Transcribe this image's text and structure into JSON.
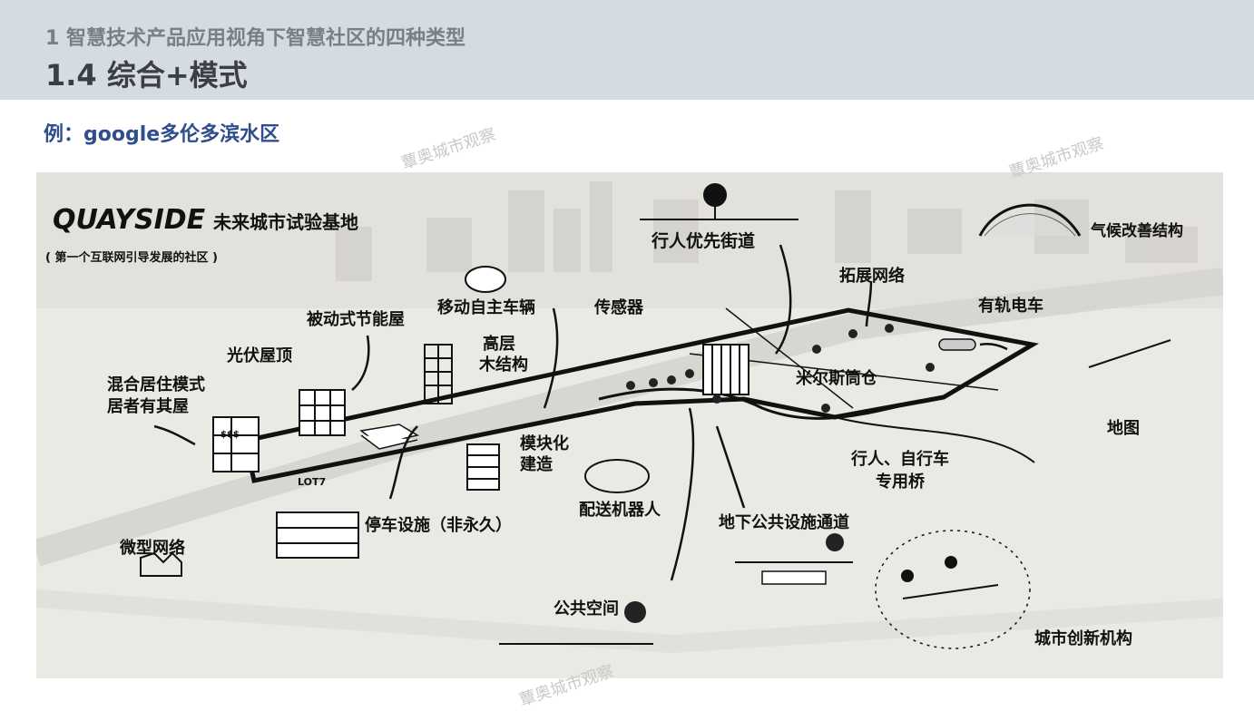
{
  "header": {
    "subtitle": "1 智慧技术产品应用视角下智慧社区的四种类型",
    "title": "1.4 综合+模式"
  },
  "example": "例：google多伦多滨水区",
  "watermark": "蕈奥城市观察",
  "illustration": {
    "title_en": "QUAYSIDE",
    "title_zh": "未来城市试验基地",
    "subtitle": "( 第一个互联网引导发展的社区 )",
    "lot_label": "LOT7",
    "labels": {
      "pedestrian_street": "行人优先街道",
      "climate": "气候改善结构",
      "expand_network": "拓展网络",
      "tram": "有轨电车",
      "mobile_vehicle": "移动自主车辆",
      "sensor": "传感器",
      "passive_house": "被动式节能屋",
      "solar_roof": "光伏屋顶",
      "tall_wood_1": "高层",
      "tall_wood_2": "木结构",
      "mixed_1": "混合居住模式",
      "mixed_2": "居者有其屋",
      "silo": "米尔斯筒仓",
      "map": "地图",
      "modular_1": "模块化",
      "modular_2": "建造",
      "bridge_1": "行人、自行车",
      "bridge_2": "专用桥",
      "robot": "配送机器人",
      "parking": "停车设施（非永久）",
      "utility_tunnel": "地下公共设施通道",
      "microgrid": "微型网络",
      "public_space": "公共空间",
      "innovation": "城市创新机构",
      "dollar": "$$$"
    }
  }
}
